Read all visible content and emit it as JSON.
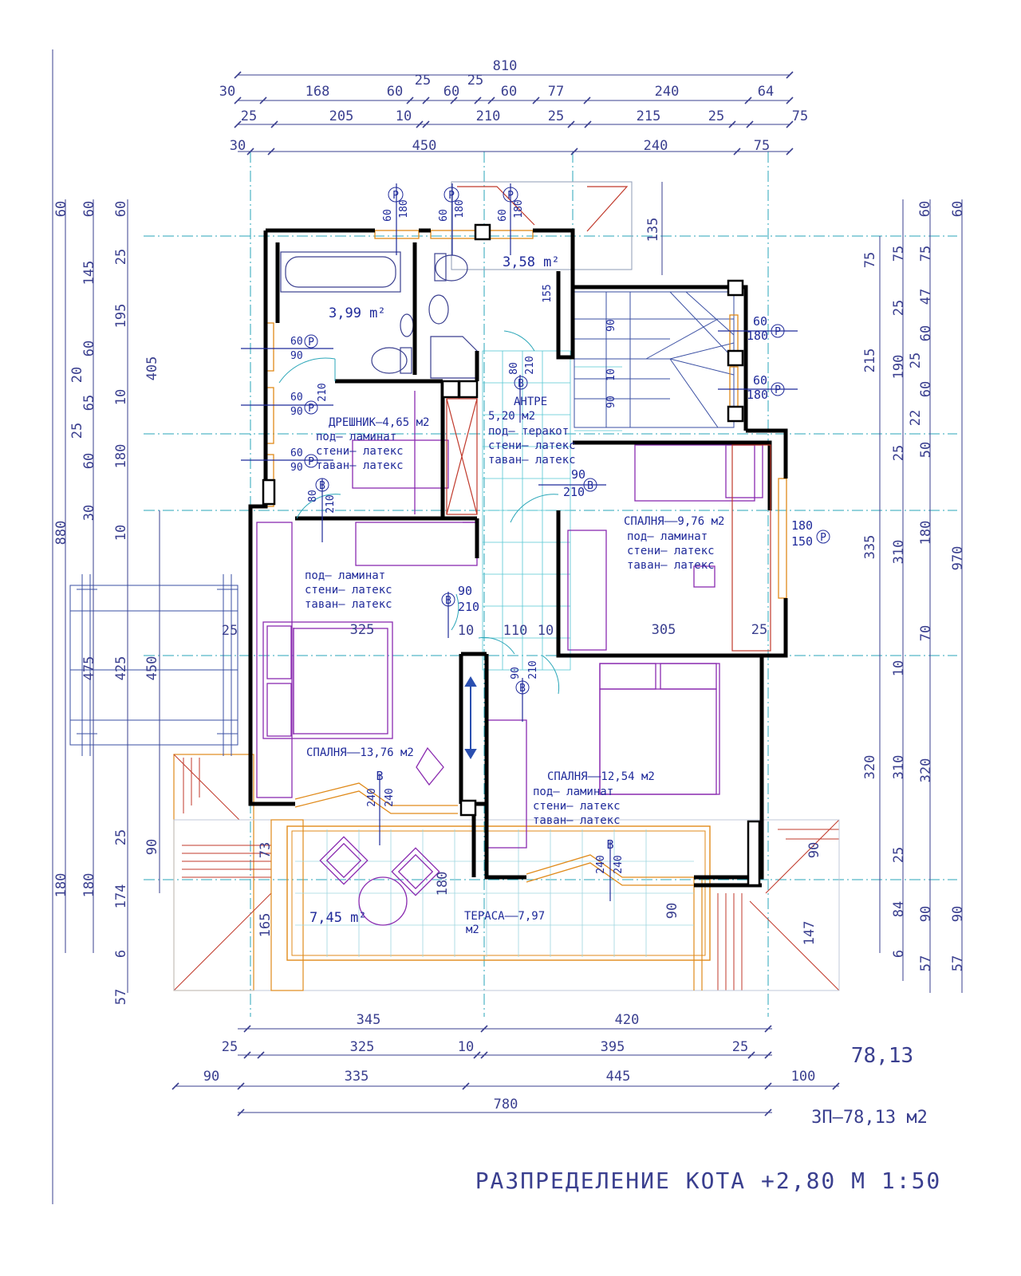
{
  "drawing": {
    "title": "РАЗПРЕДЕЛЕНИЕ КОТА +2,80 М 1:50",
    "area_total": "78,13",
    "area_label": "ЗП–78,13 м2",
    "colors": {
      "wall": "#000000",
      "dim": "#3a3f8f",
      "grid": "#2aa6b8",
      "furniture": "#8a2bb0",
      "window": "#e08a1a",
      "roof": "#c0392b",
      "label": "#1f2a9a"
    }
  },
  "dims": {
    "top": [
      {
        "id": "t810",
        "text": "810"
      },
      {
        "id": "r1a",
        "text": "30"
      },
      {
        "id": "r1b",
        "text": "168"
      },
      {
        "id": "r1c",
        "text": "60"
      },
      {
        "id": "r1d",
        "text": "25"
      },
      {
        "id": "r1e",
        "text": "60"
      },
      {
        "id": "r1f",
        "text": "25"
      },
      {
        "id": "r1g",
        "text": "60"
      },
      {
        "id": "r1h",
        "text": "77"
      },
      {
        "id": "r1i",
        "text": "240"
      },
      {
        "id": "r1j",
        "text": "64"
      },
      {
        "id": "r2a",
        "text": "25"
      },
      {
        "id": "r2b",
        "text": "205"
      },
      {
        "id": "r2c",
        "text": "10"
      },
      {
        "id": "r2d",
        "text": "210"
      },
      {
        "id": "r2e",
        "text": "25"
      },
      {
        "id": "r2f",
        "text": "215"
      },
      {
        "id": "r2g",
        "text": "25"
      },
      {
        "id": "r2h",
        "text": "75"
      },
      {
        "id": "r3a",
        "text": "30"
      },
      {
        "id": "r3b",
        "text": "450"
      },
      {
        "id": "r3c",
        "text": "240"
      },
      {
        "id": "r3d",
        "text": "75"
      }
    ],
    "bottom": [
      {
        "id": "b1a",
        "text": "345"
      },
      {
        "id": "b1b",
        "text": "420"
      },
      {
        "id": "b2a",
        "text": "25"
      },
      {
        "id": "b2b",
        "text": "325"
      },
      {
        "id": "b2c",
        "text": "10"
      },
      {
        "id": "b2d",
        "text": "395"
      },
      {
        "id": "b2e",
        "text": "25"
      },
      {
        "id": "b3a",
        "text": "90"
      },
      {
        "id": "b3b",
        "text": "335"
      },
      {
        "id": "b3c",
        "text": "445"
      },
      {
        "id": "b3d",
        "text": "100"
      },
      {
        "id": "b4a",
        "text": "780"
      }
    ],
    "left": [
      {
        "id": "l1",
        "text": "60"
      },
      {
        "id": "l2",
        "text": "60"
      },
      {
        "id": "l3",
        "text": "60"
      },
      {
        "id": "l4",
        "text": "25"
      },
      {
        "id": "l5",
        "text": "145"
      },
      {
        "id": "l6",
        "text": "195"
      },
      {
        "id": "l7",
        "text": "60"
      },
      {
        "id": "l8",
        "text": "20"
      },
      {
        "id": "l9",
        "text": "65"
      },
      {
        "id": "l10",
        "text": "10"
      },
      {
        "id": "l11",
        "text": "405"
      },
      {
        "id": "l12",
        "text": "25"
      },
      {
        "id": "l13",
        "text": "60"
      },
      {
        "id": "l14",
        "text": "180"
      },
      {
        "id": "l15",
        "text": "880"
      },
      {
        "id": "l16",
        "text": "30"
      },
      {
        "id": "l17",
        "text": "10"
      },
      {
        "id": "l18",
        "text": "25"
      },
      {
        "id": "l19",
        "text": "475"
      },
      {
        "id": "l20",
        "text": "425"
      },
      {
        "id": "l21",
        "text": "450"
      },
      {
        "id": "l22",
        "text": "25"
      },
      {
        "id": "l23",
        "text": "90"
      },
      {
        "id": "l24",
        "text": "180"
      },
      {
        "id": "l25",
        "text": "180"
      },
      {
        "id": "l26",
        "text": "174"
      },
      {
        "id": "l27",
        "text": "6"
      },
      {
        "id": "l28",
        "text": "57"
      }
    ],
    "right": [
      {
        "id": "x1",
        "text": "60"
      },
      {
        "id": "x2",
        "text": "60"
      },
      {
        "id": "x3",
        "text": "135"
      },
      {
        "id": "x4",
        "text": "75"
      },
      {
        "id": "x5",
        "text": "75"
      },
      {
        "id": "x6",
        "text": "75"
      },
      {
        "id": "x7",
        "text": "25"
      },
      {
        "id": "x8",
        "text": "47"
      },
      {
        "id": "x9",
        "text": "215"
      },
      {
        "id": "x10",
        "text": "190"
      },
      {
        "id": "x11",
        "text": "60"
      },
      {
        "id": "x12",
        "text": "25"
      },
      {
        "id": "x13",
        "text": "60"
      },
      {
        "id": "x14",
        "text": "22"
      },
      {
        "id": "x15",
        "text": "25"
      },
      {
        "id": "x16",
        "text": "50"
      },
      {
        "id": "x17",
        "text": "335"
      },
      {
        "id": "x18",
        "text": "310"
      },
      {
        "id": "x19",
        "text": "180"
      },
      {
        "id": "x20",
        "text": "970"
      },
      {
        "id": "x21",
        "text": "70"
      },
      {
        "id": "x22",
        "text": "10"
      },
      {
        "id": "x23",
        "text": "320"
      },
      {
        "id": "x24",
        "text": "310"
      },
      {
        "id": "x25",
        "text": "320"
      },
      {
        "id": "x26",
        "text": "90"
      },
      {
        "id": "x27",
        "text": "25"
      },
      {
        "id": "x28",
        "text": "6"
      },
      {
        "id": "x29",
        "text": "84"
      },
      {
        "id": "x30",
        "text": "90"
      },
      {
        "id": "x31",
        "text": "90"
      },
      {
        "id": "x32",
        "text": "57"
      },
      {
        "id": "x33",
        "text": "57"
      },
      {
        "id": "x34",
        "text": "147"
      }
    ]
  },
  "rooms": {
    "bath": {
      "area": "3,99 m²"
    },
    "wc": {
      "area": "3,58 m²"
    },
    "wardrobe": {
      "name": "ДРЕШНИК–4,65 м2",
      "floor": "под– ламинат",
      "walls": "стени– латекс",
      "ceiling": "таван– латекс"
    },
    "hall": {
      "name": "АНТРЕ",
      "area": "5,20 м2",
      "floor": "под– теракот",
      "walls": "стени– латекс",
      "ceiling": "таван– латекс"
    },
    "bed1": {
      "name": "СПАЛНЯ––9,76 м2",
      "floor": "под– ламинат",
      "walls": "стени– латекс",
      "ceiling": "таван– латекс",
      "w": "305",
      "l": "25"
    },
    "bed2": {
      "name": "СПАЛНЯ––13,76 м2",
      "floor": "под– ламинат",
      "walls": "стени– латекс",
      "ceiling": "таван– латекс",
      "w": "325",
      "l": "25"
    },
    "bed3": {
      "name": "СПАЛНЯ––12,54 м2",
      "floor": "под– ламинат",
      "walls": "стени– латекс",
      "ceiling": "таван– латекс"
    },
    "terrace": {
      "name": "ТЕРАСА––7,97",
      "unit": "м2",
      "area2": "7,45 m²"
    }
  },
  "tags": {
    "p": "Р",
    "b": "В",
    "w60": "60",
    "w180": "180",
    "w90": "90",
    "w210": "210",
    "w80": "80",
    "w150": "150",
    "w240": "240",
    "w10": "10",
    "w110": "110",
    "w155": "155",
    "w165": "165",
    "w73": "73",
    "w90b": "90",
    "w147": "147"
  }
}
